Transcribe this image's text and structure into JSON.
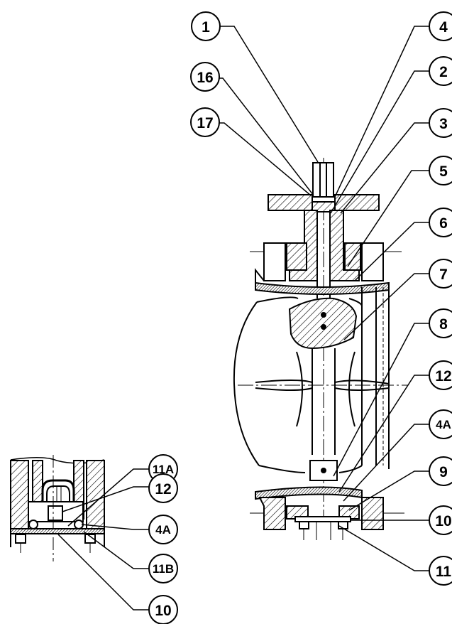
{
  "callouts": {
    "c1": "1",
    "c16": "16",
    "c17": "17",
    "c4": "4",
    "c2": "2",
    "c3": "3",
    "c5": "5",
    "c6": "6",
    "c7": "7",
    "c8": "8",
    "c12": "12",
    "c4a": "4A",
    "c9": "9",
    "c10": "10",
    "c11": "11",
    "d11a": "11A",
    "d12": "12",
    "d4a": "4A",
    "d11b": "11B",
    "d10": "10"
  },
  "colors": {
    "ink": "#000000",
    "paper": "#ffffff"
  }
}
